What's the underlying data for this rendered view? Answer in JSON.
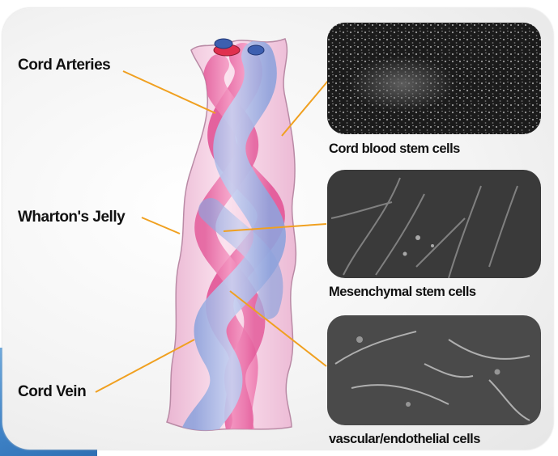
{
  "labels": {
    "cord_arteries": "Cord Arteries",
    "whartons_jelly": "Wharton's Jelly",
    "cord_vein": "Cord Vein"
  },
  "cells": [
    {
      "caption": "Cord blood stem cells"
    },
    {
      "caption": "Mesenchymal stem cells"
    },
    {
      "caption": "vascular/endothelial cells"
    }
  ],
  "colors": {
    "leader_line": "#f0a020",
    "jelly": "#f6cde2",
    "artery": "#ec7bb0",
    "vein": "#a9b9e6",
    "corner_accent": "#3e82c6"
  }
}
